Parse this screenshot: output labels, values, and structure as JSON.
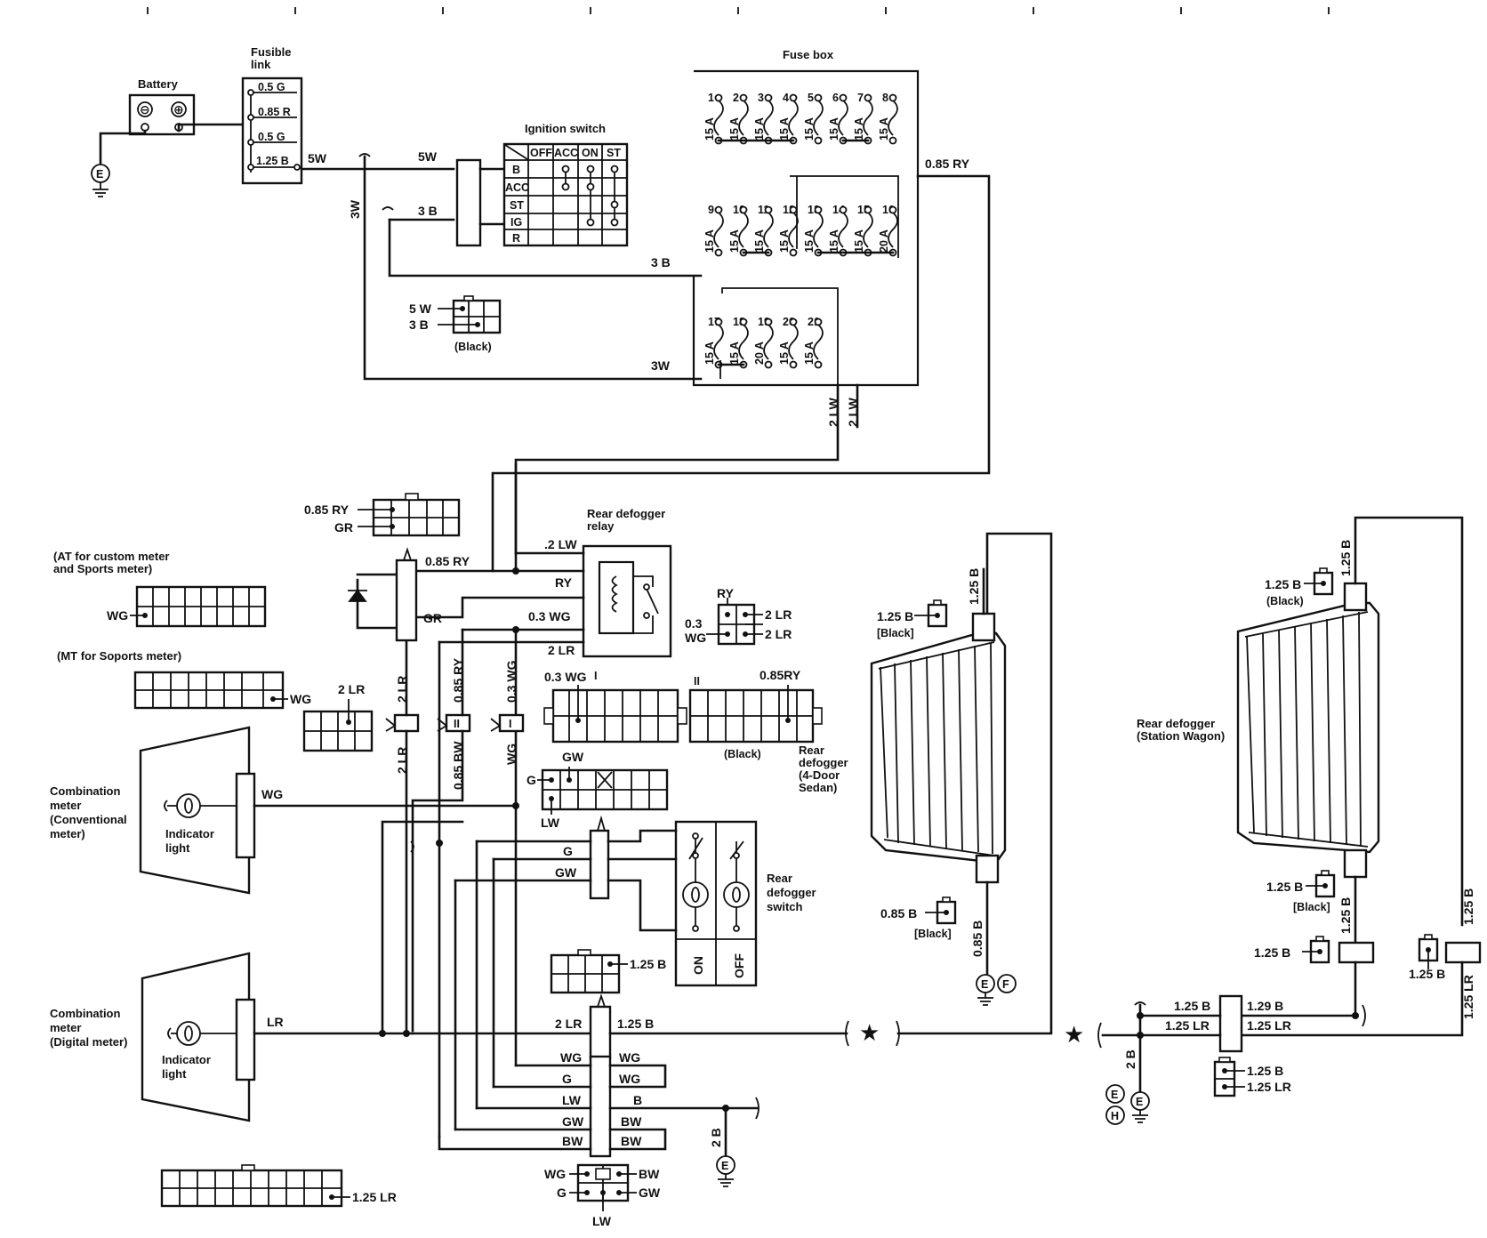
{
  "titles": {
    "battery": "Battery",
    "fusible_link": [
      "Fusible",
      "link"
    ],
    "fuse_box": "Fuse box",
    "ignition_switch": "Ignition switch",
    "rear_defogger_relay": [
      "Rear defogger",
      "relay"
    ],
    "at_meter": [
      "(AT for custom meter",
      "and Sports meter)"
    ],
    "mt_meter": "(MT for Soports meter)",
    "comb_conv": [
      "Combination",
      "meter",
      "(Conventional",
      "meter)"
    ],
    "comb_digital": [
      "Combination",
      "meter",
      "(Digital meter)"
    ],
    "indicator_light": [
      "Indicator",
      "light"
    ],
    "rear_defogger_switch": [
      "Rear",
      "defogger",
      "switch"
    ],
    "rear_defogger_sedan": [
      "Rear",
      "defogger",
      "(4-Door",
      "Sedan)"
    ],
    "rear_defogger_wagon": [
      "Rear defogger",
      "(Station Wagon)"
    ]
  },
  "battery": {
    "neg": "⊖",
    "pos": "⊕"
  },
  "fusible_links": [
    "0.5 G",
    "0.85 R",
    "0.5 G",
    "1.25 B"
  ],
  "ignition": {
    "cols": [
      "OFF",
      "ACC",
      "ON",
      "ST"
    ],
    "rows": [
      "B",
      "ACC",
      "ST",
      "IG",
      "R"
    ]
  },
  "fuses": {
    "row1": {
      "nums": [
        "1",
        "2",
        "3",
        "4",
        "5",
        "6",
        "7",
        "8"
      ],
      "amps": [
        "15 A",
        "15 A",
        "15 A",
        "15 A",
        "15 A",
        "15 A",
        "15 A",
        "15 A"
      ]
    },
    "row2": {
      "nums": [
        "9",
        "10",
        "11",
        "12",
        "13",
        "14",
        "15",
        "16"
      ],
      "amps": [
        "15 A",
        "15 A",
        "15 A",
        "15 A",
        "15 A",
        "15 A",
        "15 A",
        "20 A"
      ]
    },
    "row3": {
      "nums": [
        "17",
        "18",
        "19",
        "20",
        "21"
      ],
      "amps": [
        "15 A",
        "15 A",
        "20 A",
        "15 A",
        "15 A"
      ]
    }
  },
  "wires": {
    "w5W": "5W",
    "w3W": "3W",
    "w3B": "3 B",
    "w085RY": "0.85 RY",
    "w2LW": "2 LW",
    "w085RY_b": "0.85 RY",
    "wGR": "GR",
    "wRY": "RY",
    "w03WG": "0.3 WG",
    "w2LR": "2 LR",
    "w085RYv": "0.85 RY",
    "w085BW": "0.85 BW",
    "wWG": "WG",
    "w03WGv": "0.3 WG",
    "wLR": "LR",
    "w125B": "1.25 B",
    "wG": "G",
    "wGW": "GW",
    "wLW": "LW",
    "wBW": "BW",
    "wB": "B",
    "w2B": "2 B",
    "w125LR": "1.25 LR",
    "w085B": "0.85 B",
    "w125Bh": "1.25 B",
    "w129B": "1.29 B",
    "w2LW_top": ".2 LW"
  },
  "connectors": {
    "c5W": "5 W",
    "c3B": "3 B",
    "black": "(Black)",
    "blackb": "[Black]",
    "c085RY": "0.85 RY",
    "cGR": "GR",
    "cWG": "WG",
    "c2LR": "2 LR",
    "cRY": "RY",
    "c03": "0.3",
    "c2LRa": "2 LR",
    "c2LRb": "2 LR",
    "c03WG": "0.3 WG",
    "romanI": "I",
    "romanII": "II",
    "c085RYr": "0.85RY",
    "cGW": "GW",
    "cG": "G",
    "cLW": "LW",
    "c125B": "1.25 B",
    "c125LR": "1.25 LR",
    "cBW": "BW",
    "cGW2": "GW",
    "cWG2": "WG",
    "cG2": "G",
    "cLW2": "LW",
    "inl_I": "I",
    "inl_II": "II",
    "c125Bw": "1.25 B",
    "c125Bs": "1.25 B",
    "c085Bs": "0.85 B",
    "c125LRw": "1.25 LR",
    "c125B_dot": "1.25 B"
  },
  "switch": {
    "on": "ON",
    "off": "OFF"
  },
  "ground": {
    "E": "E",
    "F": "F",
    "H": "H"
  },
  "star": "★"
}
